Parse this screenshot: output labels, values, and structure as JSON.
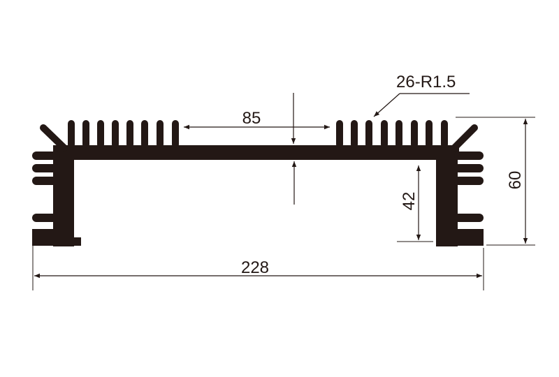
{
  "drawing": {
    "subject": "heatsink-extrusion-profile",
    "profile_color": "#231815",
    "line_color": "#231815",
    "background": "#ffffff"
  },
  "dimensions": {
    "overall_width": "228",
    "overall_height": "60",
    "inner_height": "42",
    "center_gap": "85",
    "fin_radius_note": "26-R1.5"
  }
}
